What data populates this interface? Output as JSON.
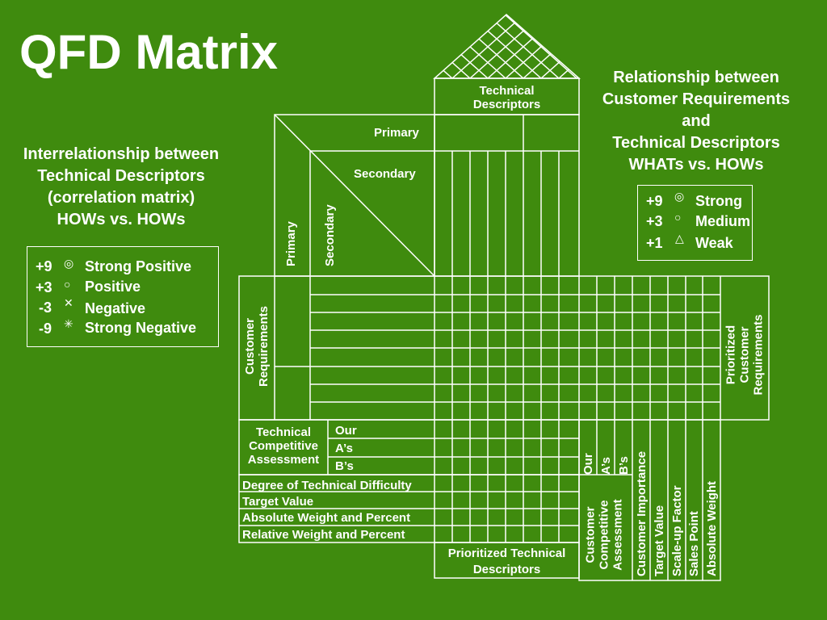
{
  "title": "QFD Matrix",
  "left_heading": [
    "Interrelationship between",
    "Technical Descriptors",
    "(correlation matrix)",
    "HOWs vs. HOWs"
  ],
  "left_legend": [
    {
      "value": "+9",
      "symbol": "◎",
      "label": "Strong Positive"
    },
    {
      "value": "+3",
      "symbol": "○",
      "label": "Positive"
    },
    {
      "value": "-3",
      "symbol": "✕",
      "label": "Negative"
    },
    {
      "value": "-9",
      "symbol": "✳",
      "label": "Strong Negative"
    }
  ],
  "right_heading": [
    "Relationship between",
    "Customer Requirements",
    "and",
    "Technical Descriptors",
    "WHATs vs. HOWs"
  ],
  "right_legend": [
    {
      "value": "+9",
      "symbol": "◎",
      "label": "Strong"
    },
    {
      "value": "+3",
      "symbol": "○",
      "label": "Medium"
    },
    {
      "value": "+1",
      "symbol": "△",
      "label": "Weak"
    }
  ],
  "matrix": {
    "technical_descriptors": "Technical Descriptors",
    "primary_h": "Primary",
    "secondary_h": "Secondary",
    "primary_v": "Primary",
    "secondary_v": "Secondary",
    "customer_requirements": "Customer Requirements",
    "prioritized_customer_requirements": "Prioritized Customer Requirements",
    "technical_competitive_assessment": "Technical Competitive Assessment",
    "tca_rows": [
      "Our",
      "A’s",
      "B’s"
    ],
    "bottom_rows": [
      "Degree of Technical Difficulty",
      "Target Value",
      "Absolute Weight and Percent",
      "Relative Weight and Percent"
    ],
    "prioritized_technical_descriptors": "Prioritized Technical Descriptors",
    "cca_columns": [
      "Our",
      "A’s",
      "B’s"
    ],
    "customer_competitive_assessment": "Customer Competitive Assessment",
    "right_columns": [
      "Customer Importance",
      "Target Value",
      "Scale-up Factor",
      "Sales Point",
      "Absolute Weight"
    ]
  },
  "colors": {
    "background": "#3f8b0e",
    "lines": "#ffffff"
  }
}
